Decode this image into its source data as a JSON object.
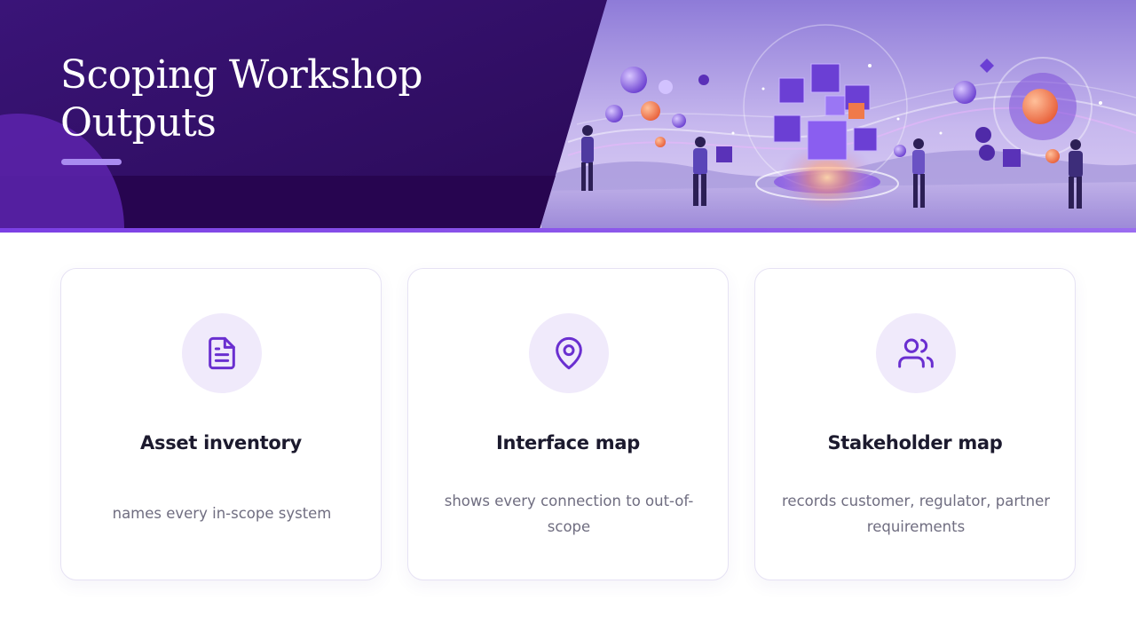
{
  "header": {
    "title_line1": "Scoping Workshop",
    "title_line2": "Outputs",
    "illustration": "team-assembling-data-cubes-illustration"
  },
  "colors": {
    "header_bg": "#2e0c62",
    "accent": "#7b3fe4",
    "icon_bg": "#f0eafb",
    "icon_stroke": "#6a2fd0",
    "card_border": "#e6e2f4",
    "title_text": "#1c1a2e",
    "body_text": "#6f6d80"
  },
  "cards": [
    {
      "icon": "document-icon",
      "title": "Asset inventory",
      "description": "names every in-scope system"
    },
    {
      "icon": "map-pin-icon",
      "title": "Interface map",
      "description": "shows every connection to out-of-scope"
    },
    {
      "icon": "users-icon",
      "title": "Stakeholder map",
      "description": "records customer, regulator, partner requirements"
    }
  ]
}
